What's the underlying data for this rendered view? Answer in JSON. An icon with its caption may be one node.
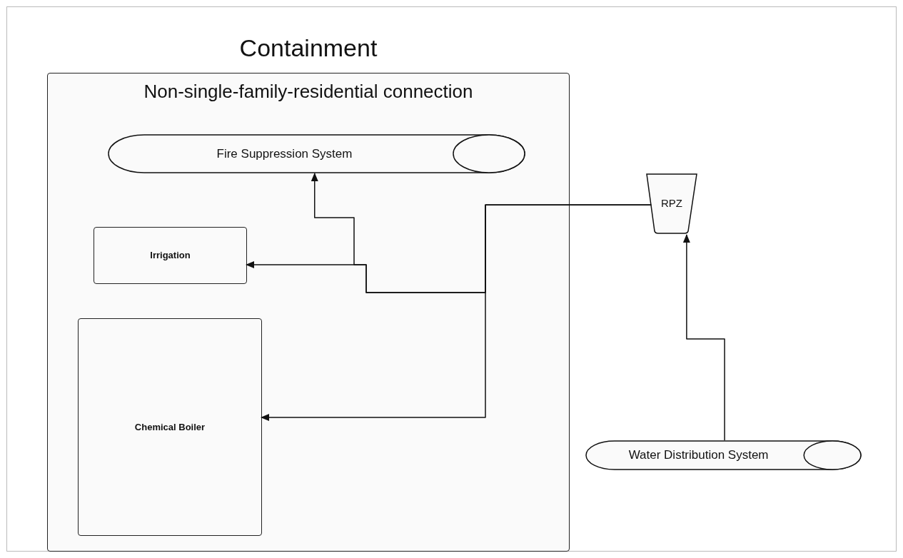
{
  "diagram": {
    "title": "Containment",
    "nodes": [
      {
        "text": [
          "Non-single-family-residential connection"
        ]
      },
      {
        "text": [
          "Fire Suppression System"
        ],
        "in": 0
      },
      {
        "text": [
          "Irrigation"
        ],
        "in": 0
      },
      {
        "text": [
          "Chemical Boiler"
        ],
        "in": 0
      },
      {
        "text": [
          "RPZ"
        ]
      },
      {
        "text": [
          "Water Distribution System"
        ]
      }
    ],
    "edges": [
      {
        "from": 4,
        "to": 1,
        "arrow": "to"
      },
      {
        "from": 4,
        "to": 2,
        "arrow": "to"
      },
      {
        "from": 4,
        "to": 3,
        "arrow": "to"
      },
      {
        "from": 5,
        "to": 4,
        "arrow": "to"
      }
    ]
  }
}
